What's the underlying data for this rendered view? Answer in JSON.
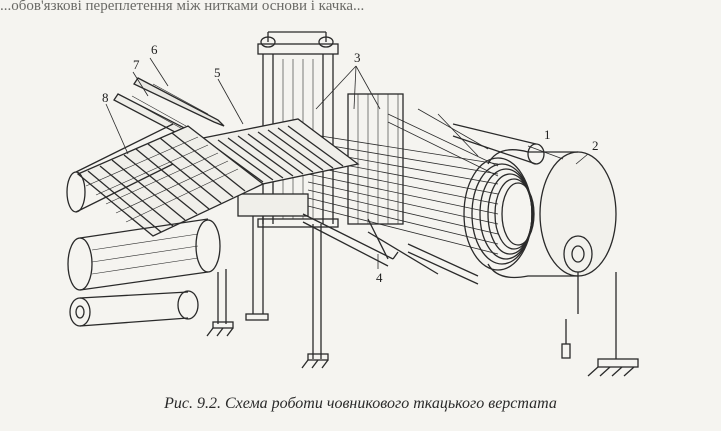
{
  "document": {
    "top_fragment": "...обов'язкові переплетення між нитками основи і качка...",
    "figure_caption": "Рис. 9.2. Схема роботи човникового ткацького верстата",
    "labels": {
      "l1": "1",
      "l2": "2",
      "l3": "3",
      "l4": "4",
      "l5": "5",
      "l6": "6",
      "l7": "7",
      "l8": "8"
    }
  }
}
